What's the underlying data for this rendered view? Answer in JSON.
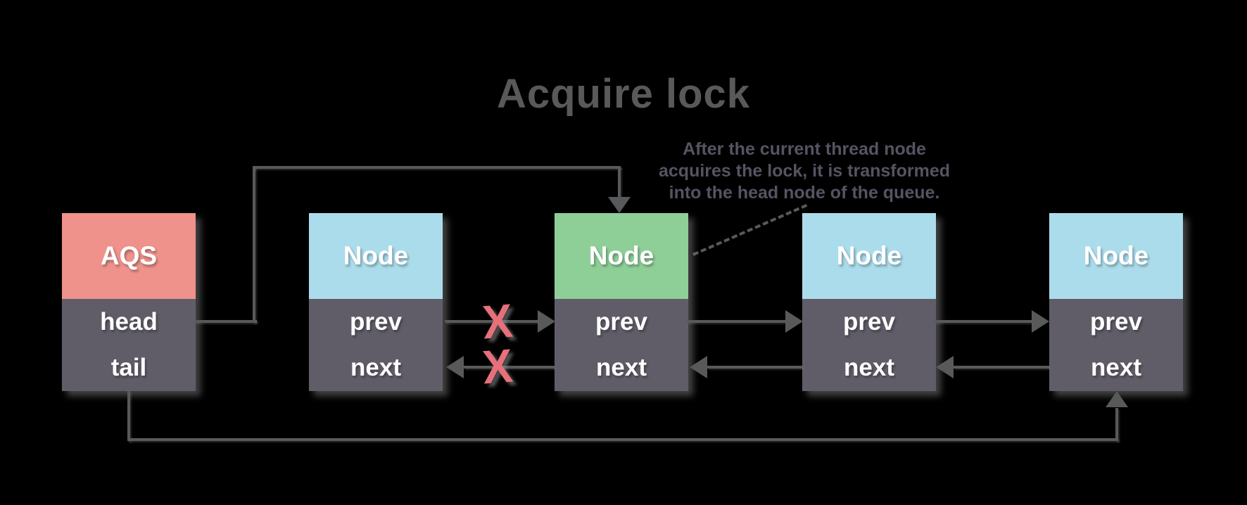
{
  "title": "Acquire lock",
  "annotation": {
    "text": "After the current thread node\nacquires the lock, it is transformed\ninto the head node of the queue."
  },
  "boxes": [
    {
      "id": "aqs",
      "header": "AQS",
      "rows": [
        "head",
        "tail"
      ],
      "header_color": "#ee928b"
    },
    {
      "id": "node-1",
      "header": "Node",
      "rows": [
        "prev",
        "next"
      ],
      "header_color": "#abdcec"
    },
    {
      "id": "node-acquired",
      "header": "Node",
      "rows": [
        "prev",
        "next"
      ],
      "header_color": "#8ecf98"
    },
    {
      "id": "node-3",
      "header": "Node",
      "rows": [
        "prev",
        "next"
      ],
      "header_color": "#abdcec"
    },
    {
      "id": "node-4",
      "header": "Node",
      "rows": [
        "prev",
        "next"
      ],
      "header_color": "#abdcec"
    }
  ],
  "x_mark": {
    "glyph": "X"
  },
  "colors": {
    "background": "#000000",
    "title": "#58595b",
    "annotation": "#565362",
    "box_body": "#605d69",
    "box_text": "#ffffff",
    "arrow": "#58595b",
    "x_mark": "#e7707b",
    "aqs_header": "#ee928b",
    "node_header": "#abdcec",
    "acquired_header": "#8ecf98"
  }
}
